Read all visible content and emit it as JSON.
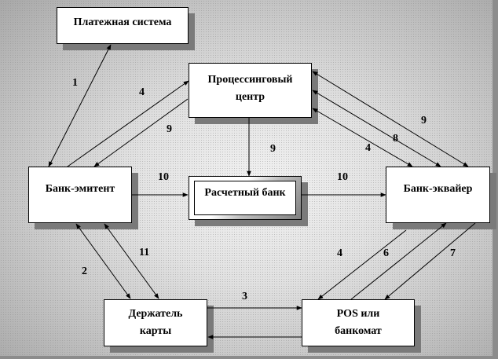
{
  "nodes": {
    "payment_system": "Платежная система",
    "processing_center_line1": "Процессинговый",
    "processing_center_line2": "центр",
    "issuer_bank": "Банк-эмитент",
    "settlement_bank": "Расчетный банк",
    "acquirer_bank": "Банк-эквайер",
    "cardholder_line1": "Держатель",
    "cardholder_line2": "карты",
    "pos_line1": "POS или",
    "pos_line2": "банкомат"
  },
  "edges": [
    {
      "from": "issuer_bank",
      "to": "payment_system",
      "label": "1",
      "direction": "both"
    },
    {
      "from": "issuer_bank",
      "to": "processing_center",
      "label": "4",
      "direction": "to"
    },
    {
      "from": "processing_center",
      "to": "issuer_bank",
      "label": "9",
      "direction": "to"
    },
    {
      "from": "processing_center",
      "to": "settlement_bank",
      "label": "9",
      "direction": "to"
    },
    {
      "from": "issuer_bank",
      "to": "settlement_bank",
      "label": "10",
      "direction": "to"
    },
    {
      "from": "settlement_bank",
      "to": "acquirer_bank",
      "label": "10",
      "direction": "to"
    },
    {
      "from": "processing_center",
      "to": "acquirer_bank",
      "label": "4",
      "direction": "both"
    },
    {
      "from": "processing_center",
      "to": "acquirer_bank",
      "label": "8",
      "direction": "both"
    },
    {
      "from": "processing_center",
      "to": "acquirer_bank",
      "label": "9",
      "direction": "both"
    },
    {
      "from": "issuer_bank",
      "to": "cardholder",
      "label": "2",
      "direction": "both"
    },
    {
      "from": "issuer_bank",
      "to": "cardholder",
      "label": "11",
      "direction": "both"
    },
    {
      "from": "cardholder",
      "to": "pos",
      "label": "3",
      "direction": "to"
    },
    {
      "from": "pos",
      "to": "cardholder",
      "label": "",
      "direction": "to"
    },
    {
      "from": "acquirer_bank",
      "to": "pos",
      "label": "4",
      "direction": "to"
    },
    {
      "from": "pos",
      "to": "acquirer_bank",
      "label": "6",
      "direction": "to"
    },
    {
      "from": "acquirer_bank",
      "to": "pos",
      "label": "7",
      "direction": "to"
    }
  ]
}
